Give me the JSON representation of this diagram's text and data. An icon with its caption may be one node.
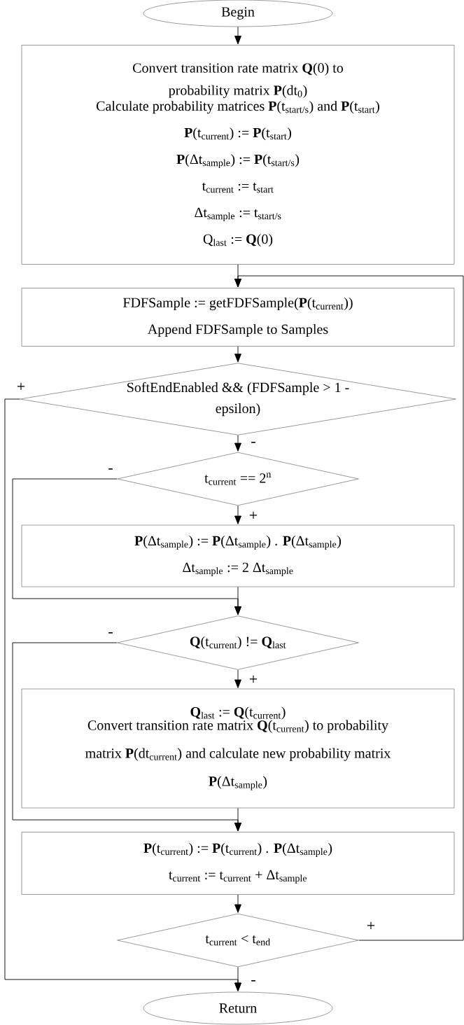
{
  "diagram": {
    "nodes": [
      {
        "text": [
          "Begin"
        ]
      },
      {
        "text": [
          "Convert transition rate matrix **Q**(0) to probability matrix **P**(dt$_{0}$)",
          "Calculate probability matrices **P**(t$_{start/s}$) and **P**(t$_{start}$)",
          "**P**(t$_{current}$) := **P**(t$_{start}$)",
          "**P**(Δt$_{sample}$) := **P**(t$_{start/s}$)",
          "t$_{current}$ := t$_{start}$",
          "Δt$_{sample}$ := t$_{start/s}$",
          "Q$_{last}$ := **Q**(0)"
        ]
      },
      {
        "text": [
          "FDFSample := getFDFSample(**P**(t$_{current}$))",
          "Append FDFSample to Samples"
        ]
      },
      {
        "text": [
          "SoftEndEnabled && (FDFSample > 1 - epsilon)"
        ]
      },
      {
        "text": [
          "t$_{current}$ == 2$^{n}$"
        ]
      },
      {
        "text": [
          "**P**(Δt$_{sample}$) := **P**(Δt$_{sample}$) . **P**(Δt$_{sample}$)",
          "Δt$_{sample}$ := 2 Δt$_{sample}$"
        ]
      },
      {
        "text": [
          "**Q**(t$_{current}$) != **Q**$_{last}$"
        ]
      },
      {
        "text": [
          "**Q**$_{last}$ := **Q**(t$_{current}$)",
          "Convert transition rate matrix **Q**(t$_{current}$) to probability matrix **P**(dt$_{current}$) and calculate new probability matrix **P**(Δt$_{sample}$)"
        ]
      },
      {
        "text": [
          "**P**(t$_{current}$) := **P**(t$_{current}$) . **P**(Δt$_{sample}$)",
          "t$_{current}$ := t$_{current}$ + Δt$_{sample}$"
        ]
      },
      {
        "text": [
          "t$_{current}$ < t$_{end}$"
        ]
      },
      {
        "text": [
          "Return"
        ]
      }
    ],
    "edges": [
      {
        "from": 0,
        "to": 1,
        "arrow": "to"
      },
      {
        "from": 1,
        "to": 2,
        "arrow": "to"
      },
      {
        "from": 2,
        "to": 3,
        "arrow": "to"
      },
      {
        "from": 3,
        "to": 4,
        "arrow": "to",
        "label": "-"
      },
      {
        "from": 3,
        "to": 10,
        "arrow": "to",
        "label": "+"
      },
      {
        "from": 4,
        "to": 5,
        "arrow": "to",
        "label": "+"
      },
      {
        "from": 4,
        "to": 6,
        "arrow": "to",
        "label": "-"
      },
      {
        "from": 5,
        "to": 6,
        "arrow": "to"
      },
      {
        "from": 6,
        "to": 7,
        "arrow": "to",
        "label": "+"
      },
      {
        "from": 6,
        "to": 8,
        "arrow": "to",
        "label": "-"
      },
      {
        "from": 7,
        "to": 8,
        "arrow": "to"
      },
      {
        "from": 8,
        "to": 9,
        "arrow": "to"
      },
      {
        "from": 9,
        "to": 10,
        "arrow": "to",
        "label": "-"
      },
      {
        "from": 9,
        "to": 2,
        "arrow": "to",
        "label": "+"
      }
    ]
  }
}
